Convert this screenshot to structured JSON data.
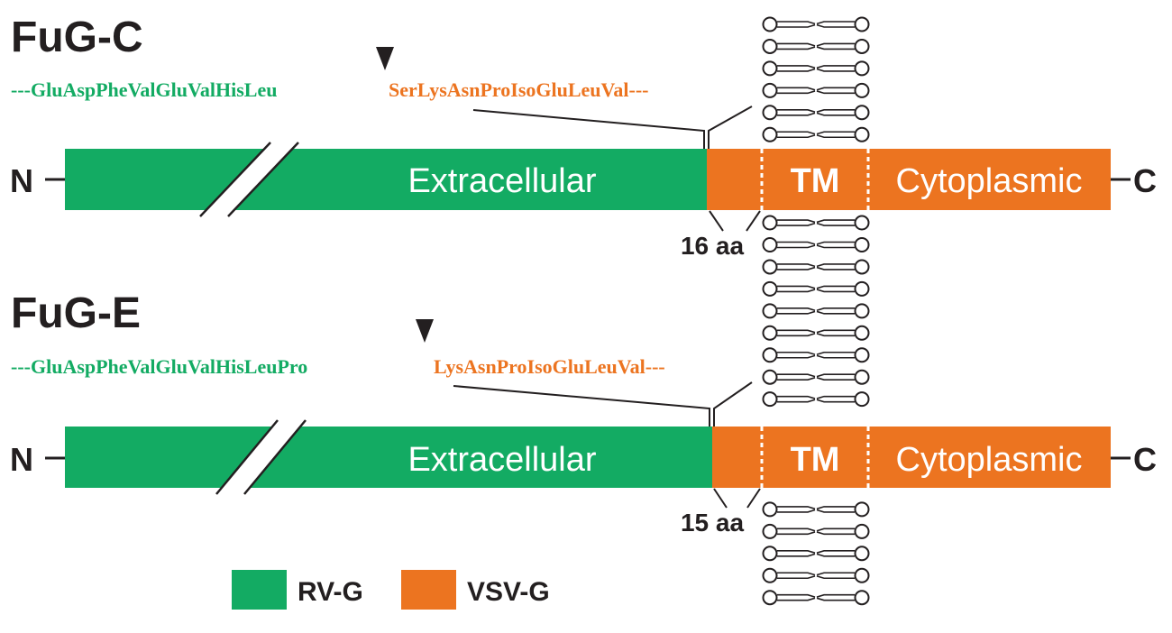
{
  "colors": {
    "rv_green": "#13ab63",
    "vsv_orange": "#ec7420",
    "ink": "#231f20"
  },
  "panels": [
    {
      "title": "FuG-C",
      "seq_green": "---GluAspPheValGluValHisLeu",
      "seq_orange": "SerLysAsnProIsoGluLeuVal---",
      "n_label": "N",
      "c_label": "C",
      "extracellular_label": "Extracellular",
      "tm_label": "TM",
      "cytoplasmic_label": "Cytoplasmic",
      "aa_label": "16 aa"
    },
    {
      "title": "FuG-E",
      "seq_green": "---GluAspPheValGluValHisLeuPro",
      "seq_orange": "LysAsnProIsoGluLeuVal---",
      "n_label": "N",
      "c_label": "C",
      "extracellular_label": "Extracellular",
      "tm_label": "TM",
      "cytoplasmic_label": "Cytoplasmic",
      "aa_label": "15 aa"
    }
  ],
  "legend": [
    {
      "label": "RV-G",
      "color": "#13ab63"
    },
    {
      "label": "VSV-G",
      "color": "#ec7420"
    }
  ],
  "icons": {
    "marker": "cleavage-arrowhead-icon",
    "lipid": "phospholipid-icon"
  }
}
